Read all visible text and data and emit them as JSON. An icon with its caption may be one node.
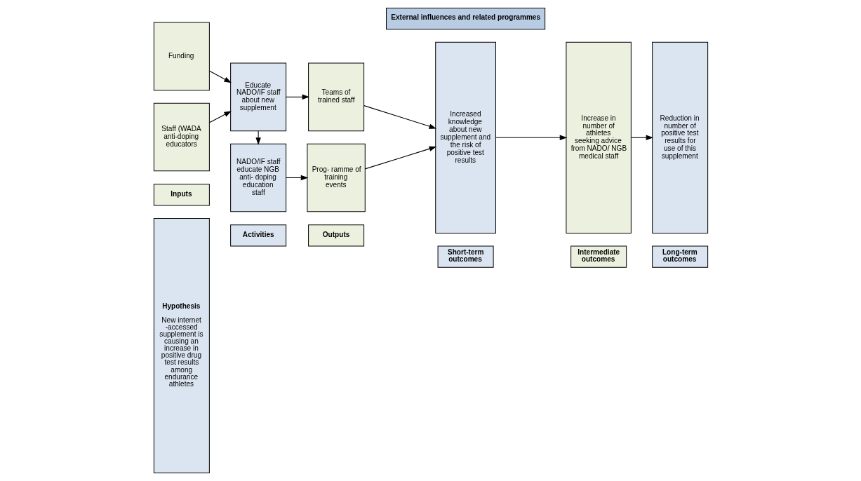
{
  "diagram": {
    "nodes": [
      {
        "text": [
          "Hypothesis",
          "New internet -accessed supplement is causing an increase in positive drug test results among endurance athletes"
        ]
      },
      {
        "text": [
          "Inputs"
        ]
      },
      {
        "text": [
          "Activities"
        ]
      },
      {
        "text": [
          "Outputs"
        ]
      },
      {
        "text": [
          "Short-term outcomes"
        ]
      },
      {
        "text": [
          "Intermediate outcomes"
        ]
      },
      {
        "text": [
          "Long-term outcomes"
        ]
      },
      {
        "text": [
          "Funding"
        ]
      },
      {
        "text": [
          "Educate NADO/IF staff about new supplement"
        ]
      },
      {
        "text": [
          "Teams of trained staff"
        ]
      },
      {
        "text": [
          "Increased knowledge about new supplement and the risk of positive test results"
        ]
      },
      {
        "text": [
          "Increase in number of athletes seeking advice from NADO/ NGB medical staff"
        ]
      },
      {
        "text": [
          "Reduction in number of positive test results for use of this supplement"
        ]
      },
      {
        "text": [
          "Staff (WADA anti-doping educators"
        ]
      },
      {
        "text": [
          "NADO/IF staff educate NGB anti- doping education staff"
        ]
      },
      {
        "text": [
          "Prog- ramme of training events"
        ]
      },
      {
        "text": [
          "External influences and related programmes"
        ]
      }
    ],
    "edges": [
      {
        "from": 7,
        "to": 8,
        "arrow": "to"
      },
      {
        "from": 13,
        "to": 8,
        "arrow": "to"
      },
      {
        "from": 8,
        "to": 9,
        "arrow": "to"
      },
      {
        "from": 8,
        "to": 14,
        "arrow": "to"
      },
      {
        "from": 14,
        "to": 15,
        "arrow": "to"
      },
      {
        "from": 9,
        "to": 10,
        "arrow": "to"
      },
      {
        "from": 15,
        "to": 10,
        "arrow": "to"
      },
      {
        "from": 10,
        "to": 11,
        "arrow": "to"
      },
      {
        "from": 11,
        "to": 12,
        "arrow": "to"
      }
    ]
  }
}
